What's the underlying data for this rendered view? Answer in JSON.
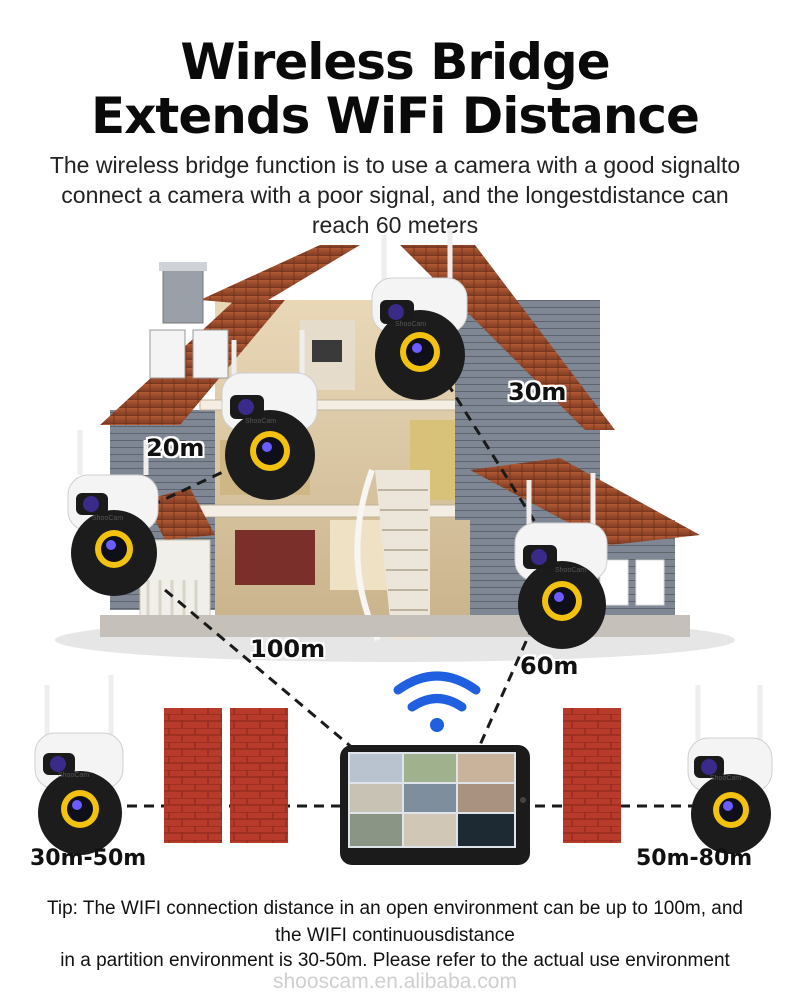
{
  "header": {
    "title_line1": "Wireless Bridge",
    "title_line2": "Extends WiFi Distance",
    "subtitle_line1": "The wireless bridge function is to use a camera with a good signalto",
    "subtitle_line2": "connect a camera with a poor signal, and the longestdistance can",
    "subtitle_line3": "reach 60 meters"
  },
  "distances": {
    "d30": "30m",
    "d20": "20m",
    "d100": "100m",
    "d60": "60m"
  },
  "ranges": {
    "left": "30m-50m",
    "right": "50m-80m"
  },
  "camera_brand": "ShooCam",
  "tip": {
    "line1": "Tip: The WIFI connection distance in an open environment can be up to 100m, and",
    "line2": "the WIFI continuousdistance",
    "line3": "in a partition environment is 30-50m. Please refer to the actual use environment"
  },
  "watermark": "shooscam.en.alibaba.com",
  "colors": {
    "wifi": "#1f5fe0",
    "brick": "#b73a2a",
    "roof": "#9c4a2c",
    "siding": "#7c8490",
    "lens_ring": "#f2c20f"
  }
}
